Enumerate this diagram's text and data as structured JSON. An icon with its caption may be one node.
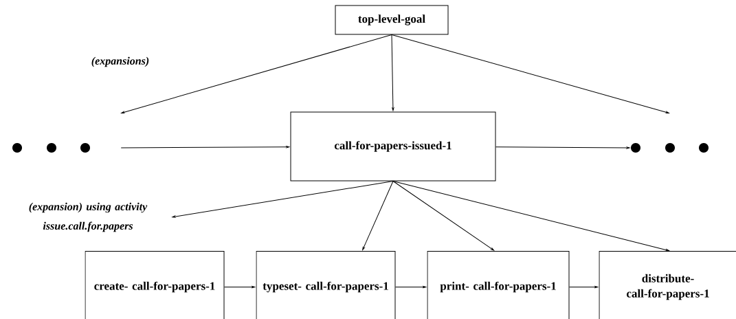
{
  "diagram": {
    "nodes": [
      {
        "text": [
          "top-level-goal"
        ]
      },
      {
        "text": [],
        "shape": "circle"
      },
      {
        "text": [],
        "shape": "circle"
      },
      {
        "text": [],
        "shape": "circle"
      },
      {
        "text": [
          "call-for-papers-issued-1"
        ]
      },
      {
        "text": [],
        "shape": "circle"
      },
      {
        "text": [],
        "shape": "circle"
      },
      {
        "text": [],
        "shape": "circle"
      },
      {
        "text": [
          "(expansion) using activity issue.call.for.papers"
        ]
      },
      {
        "text": [
          "create- call-for-papers-1"
        ]
      },
      {
        "text": [
          "typeset- call-for-papers-1"
        ]
      },
      {
        "text": [
          "print- call-for-papers-1"
        ]
      },
      {
        "text": [
          "distribute- call-for-papers-1"
        ]
      }
    ],
    "edges": [
      {
        "from": 0,
        "to": null,
        "arrow": "to"
      },
      {
        "from": 0,
        "to": 4,
        "arrow": "to"
      },
      {
        "from": 0,
        "to": null,
        "arrow": "to"
      },
      {
        "from": 3,
        "to": 4,
        "arrow": "to"
      },
      {
        "from": 4,
        "to": 5,
        "arrow": "to"
      },
      {
        "from": 4,
        "to": 8,
        "arrow": "to"
      },
      {
        "from": 4,
        "to": 10,
        "arrow": "to"
      },
      {
        "from": 4,
        "to": 11,
        "arrow": "to"
      },
      {
        "from": 4,
        "to": 12,
        "arrow": "to"
      },
      {
        "from": 9,
        "to": 10,
        "arrow": "to"
      },
      {
        "from": 10,
        "to": 11,
        "arrow": "to"
      },
      {
        "from": 11,
        "to": 12,
        "arrow": "to"
      }
    ],
    "labels": [
      "(expansions)"
    ]
  }
}
